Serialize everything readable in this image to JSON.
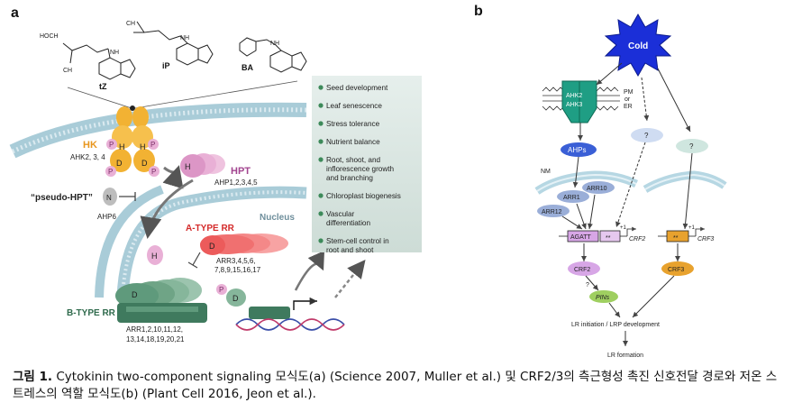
{
  "panel_a": {
    "letter": "a",
    "molecules": [
      "tZ",
      "iP",
      "BA"
    ],
    "mol_atoms": {
      "hoch": "HOCH",
      "ch3": "CH",
      "n": "N",
      "h": "H",
      "nh": "NH"
    },
    "hk": {
      "title": "HK",
      "sub": "AHK2, 3, 4",
      "p": "P",
      "h": "H",
      "d": "D"
    },
    "hpt": {
      "title": "HPT",
      "sub": "AHP1,2,3,4,5",
      "h": "H"
    },
    "pseudo": {
      "title": "“pseudo-HPT”",
      "n": "N",
      "sub": "AHP6"
    },
    "nucleus": "Nucleus",
    "a_type": {
      "title": "A-TYPE RR",
      "d": "D",
      "list1": "ARR3,4,5,6,",
      "list2": "7,8,9,15,16,17"
    },
    "b_type": {
      "title": "B-TYPE RR",
      "d": "D",
      "list1": "ARR1,2,10,11,12,",
      "list2": "13,14,18,19,20,21"
    },
    "h_nuc": "H",
    "pd": {
      "p": "P",
      "d": "D"
    },
    "responses": [
      "Seed development",
      "Leaf senescence",
      "Stress tolerance",
      "Nutrient balance",
      "Root, shoot, and inflorescence growth and branching",
      "Chloroplast biogenesis",
      "Vascular differentiation",
      "Stem-cell control in root and shoot"
    ]
  },
  "panel_b": {
    "letter": "b",
    "cold": "Cold",
    "ahk": [
      "AHK2",
      "AHK3"
    ],
    "membrane": [
      "PM",
      "or",
      "ER"
    ],
    "ahps": "AHPs",
    "unknown": "?",
    "nm": "NM",
    "arr10": "ARR10",
    "arr1": "ARR1",
    "arr12": "ARR12",
    "agatt": "AGATT",
    "stars": "**",
    "plus1": "+1",
    "crf2_gene": "CRF2",
    "crf3_gene": "CRF3",
    "crf2": "CRF2",
    "crf3": "CRF3",
    "pins": "PINs",
    "q_small": "?",
    "lr_dev": "LR initiation / LRP development",
    "lr_form": "LR formation"
  },
  "caption": {
    "bold": "그림 1.",
    "text": " Cytokinin two-component signaling 모식도(a) (Science 2007, Muller et al.) 및 CRF2/3의 측근형성 촉진 신호전달 경로와 저온 스트레스의 역할 모식도(b) (Plant Cell 2016, Jeon et al.)."
  },
  "colors": {
    "hk": "#f2b233",
    "hpt": "#e9b0d6",
    "arr_a": "#f26b6b",
    "arr_b": "#5f9a7c",
    "membrane": "#9fc8d8",
    "panel_bg": "#dfeae6",
    "cold": "#1b2fd8",
    "ahk": "#1f9e84",
    "crf2": "#d7a6e6",
    "crf3": "#e8a22e",
    "pins": "#9fcf60"
  }
}
